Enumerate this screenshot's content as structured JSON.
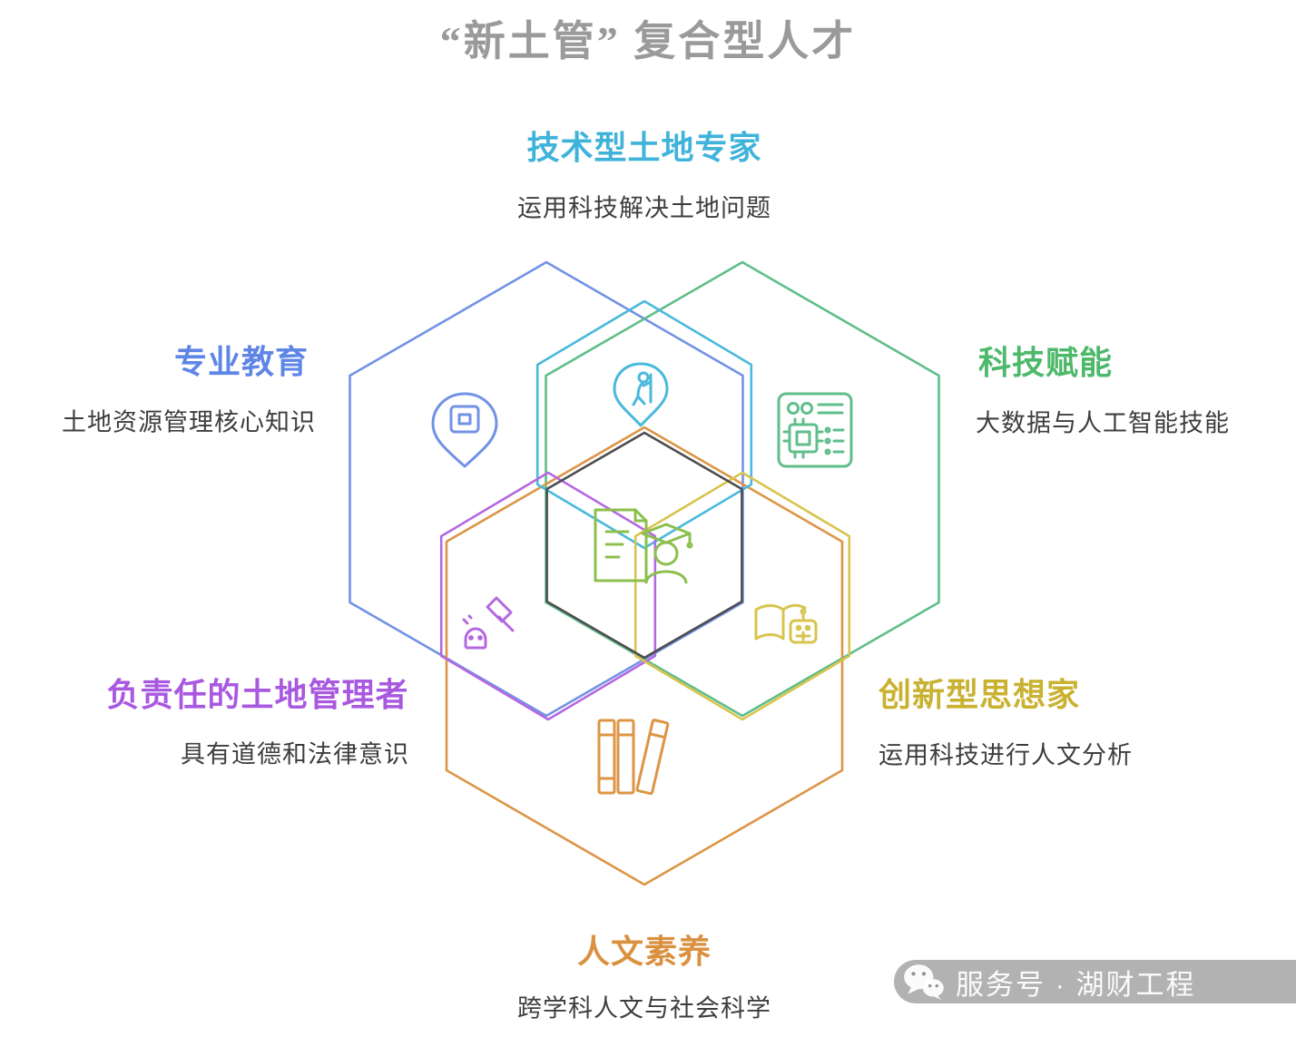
{
  "title": "“新土管” 复合型人才",
  "diagram": {
    "center": {
      "icon": "graduate-document-icon",
      "hexagon_color": "#4d4d4d",
      "icon_color": "#8cbf4d"
    },
    "nodes": [
      {
        "id": "tech-land-expert",
        "label": "技术型土地专家",
        "desc": "运用科技解决土地问题",
        "color": "#3fb3da",
        "hex_color": "#49b9dc",
        "icon": "surveyor-pin-icon",
        "position": "top"
      },
      {
        "id": "professional-education",
        "label": "专业教育",
        "desc": "土地资源管理核心知识",
        "color": "#5f85e6",
        "hex_color": "#7292e6",
        "icon": "map-pin-book-icon",
        "position": "left"
      },
      {
        "id": "tech-empowerment",
        "label": "科技赋能",
        "desc": "大数据与人工智能技能",
        "color": "#4eb86b",
        "hex_color": "#5fbe8a",
        "icon": "cpu-chip-icon",
        "position": "right"
      },
      {
        "id": "responsible-land-steward",
        "label": "负责任的土地管理者",
        "desc": "具有道德和法律意识",
        "color": "#a958e0",
        "hex_color": "#b468e0",
        "icon": "gavel-icon",
        "position": "bottom-left"
      },
      {
        "id": "innovative-thinker",
        "label": "创新型思想家",
        "desc": "运用科技进行人文分析",
        "color": "#c9b231",
        "hex_color": "#d8c44e",
        "icon": "book-robot-icon",
        "position": "bottom-right"
      },
      {
        "id": "humanistic-literacy",
        "label": "人文素养",
        "desc": "跨学科人文与社会科学",
        "color": "#d9913f",
        "hex_color": "#dd9545",
        "icon": "books-icon",
        "position": "bottom"
      }
    ]
  },
  "watermark": {
    "text": "服务号 · 湖财工程",
    "icon": "wechat-icon"
  }
}
